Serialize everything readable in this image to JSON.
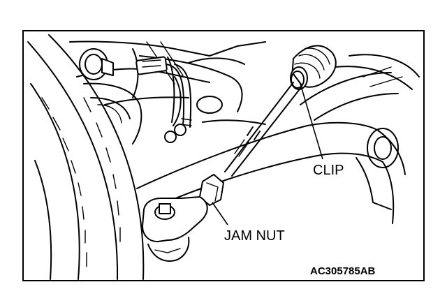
{
  "labels": {
    "clip": "CLIP",
    "jam_nut": "JAM NUT",
    "figure_code": "AC305785AB"
  },
  "colors": {
    "ink": "#000000",
    "paper": "#ffffff"
  }
}
